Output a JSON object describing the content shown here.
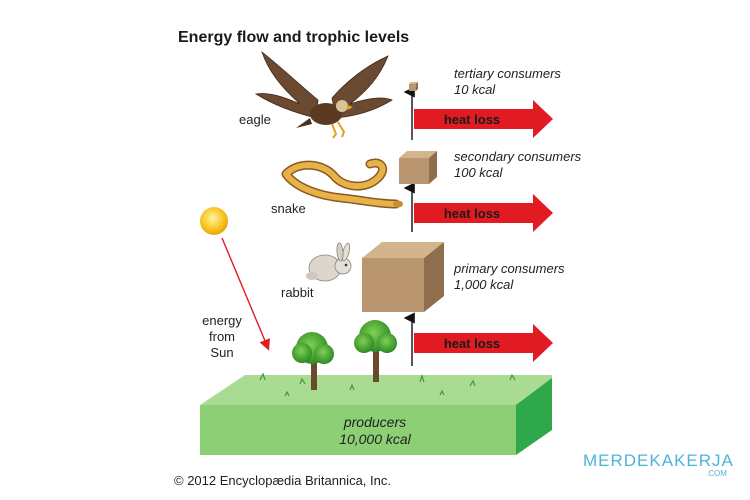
{
  "title": "Energy flow and trophic levels",
  "animals": {
    "eagle": "eagle",
    "snake": "snake",
    "rabbit": "rabbit"
  },
  "levels": {
    "tertiary": {
      "name": "tertiary consumers",
      "energy": "10 kcal"
    },
    "secondary": {
      "name": "secondary consumers",
      "energy": "100 kcal"
    },
    "primary": {
      "name": "primary consumers",
      "energy": "1,000 kcal"
    },
    "producers": {
      "name": "producers",
      "energy": "10,000 kcal"
    }
  },
  "heat_loss": "heat loss",
  "sun_label": [
    "energy",
    "from",
    "Sun"
  ],
  "copyright": "© 2012 Encyclopædia Britannica, Inc.",
  "watermark": {
    "main": "MERDEKAKERJA",
    "sub": ".COM"
  },
  "colors": {
    "arrow_red": "#e21b23",
    "cube_front": "#b99670",
    "cube_top": "#d3b48c",
    "cube_side": "#8e6e4c",
    "ground_top": "#a9dc92",
    "ground_front": "#8ccf75",
    "ground_side": "#2ea84a",
    "sun": "#f7c218"
  }
}
